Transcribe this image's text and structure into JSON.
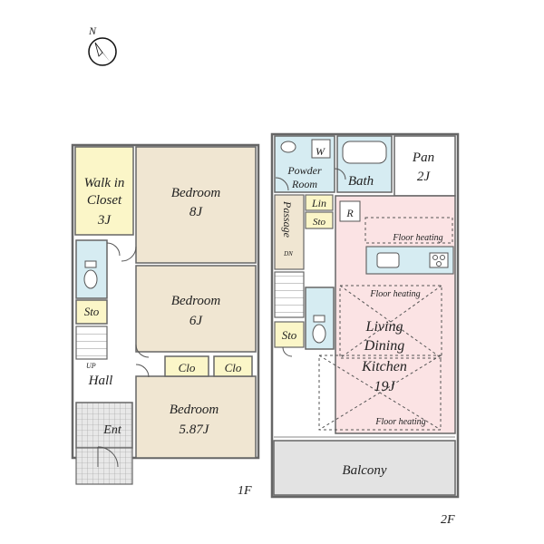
{
  "compass": {
    "label": "N",
    "icon": "north-arrow-icon"
  },
  "floor1": {
    "label": "1F",
    "rooms": {
      "walkin": [
        "Walk in",
        "Closet",
        "3J"
      ],
      "bedroom8": [
        "Bedroom",
        "8J"
      ],
      "bedroom6": [
        "Bedroom",
        "6J"
      ],
      "bedroom587": [
        "Bedroom",
        "5.87J"
      ],
      "sto": "Sto",
      "clo1": "Clo",
      "clo2": "Clo",
      "up": "UP",
      "hall": "Hall",
      "ent": "Ent"
    }
  },
  "floor2": {
    "label": "2F",
    "rooms": {
      "powder": [
        "Powder",
        "Room"
      ],
      "w": "W",
      "bath": "Bath",
      "pan": [
        "Pan",
        "2J"
      ],
      "lin": "Lin",
      "sto_small": "Sto",
      "passage": "Passage",
      "dn": "DN",
      "r": "R",
      "ldk": [
        "Living",
        "Dining",
        "Kitchen",
        "19J"
      ],
      "sto": "Sto",
      "balcony": "Balcony"
    },
    "floor_heating": [
      "Floor heating",
      "Floor heating",
      "Floor heating"
    ]
  },
  "colors": {
    "bedroom": "#f0e6d2",
    "walkin": "#fbf6c8",
    "wet": "#d6ecf2",
    "ldk": "#fbe3e4",
    "balcony": "#e3e3e3",
    "hall": "#ffffff"
  }
}
